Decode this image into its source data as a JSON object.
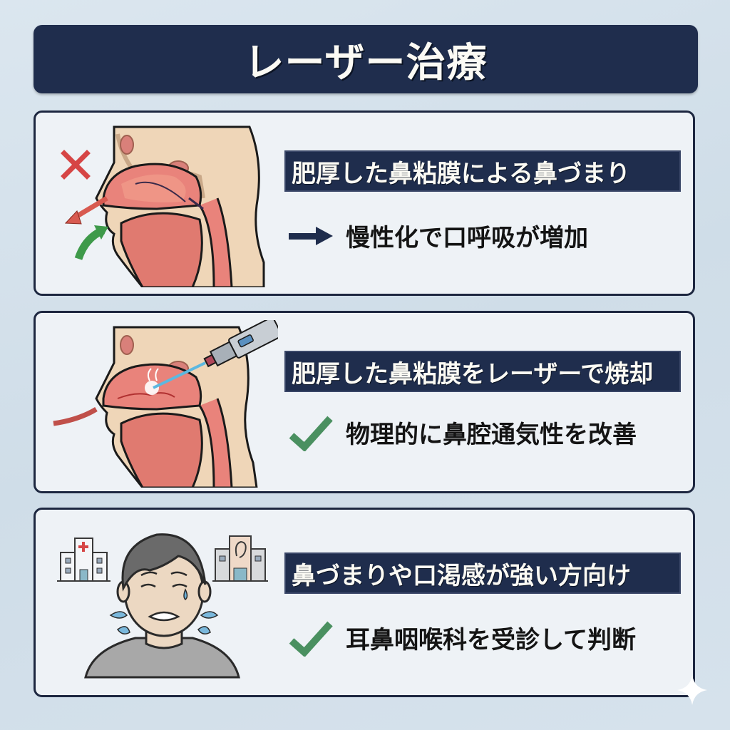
{
  "header": {
    "title": "レーザー治療"
  },
  "panels": [
    {
      "illustration": "nasal-cross-section-blocked-nose-mouth-breathing",
      "status_icon": "x-mark",
      "heading": "肥厚した鼻粘膜による鼻づまり",
      "sub_icon": "arrow-right",
      "sub_text": "慢性化で口呼吸が増加"
    },
    {
      "illustration": "nasal-cross-section-laser-treatment",
      "heading": "肥厚した鼻粘膜をレーザーで焼却",
      "sub_icon": "checkmark",
      "sub_text": "物理的に鼻腔通気性を改善"
    },
    {
      "illustration": "distressed-man-with-hospital-and-ent-clinic",
      "heading": "鼻づまりや口渇感が強い方向け",
      "sub_icon": "checkmark",
      "sub_text": "耳鼻咽喉科を受診して判断"
    }
  ],
  "colors": {
    "navy": "#1f2d4d",
    "panel_bg": "#eef2f6",
    "check_green": "#4a9060",
    "x_red": "#d64545",
    "mucosa_red": "#e07a70",
    "skin": "#efd6b8"
  }
}
